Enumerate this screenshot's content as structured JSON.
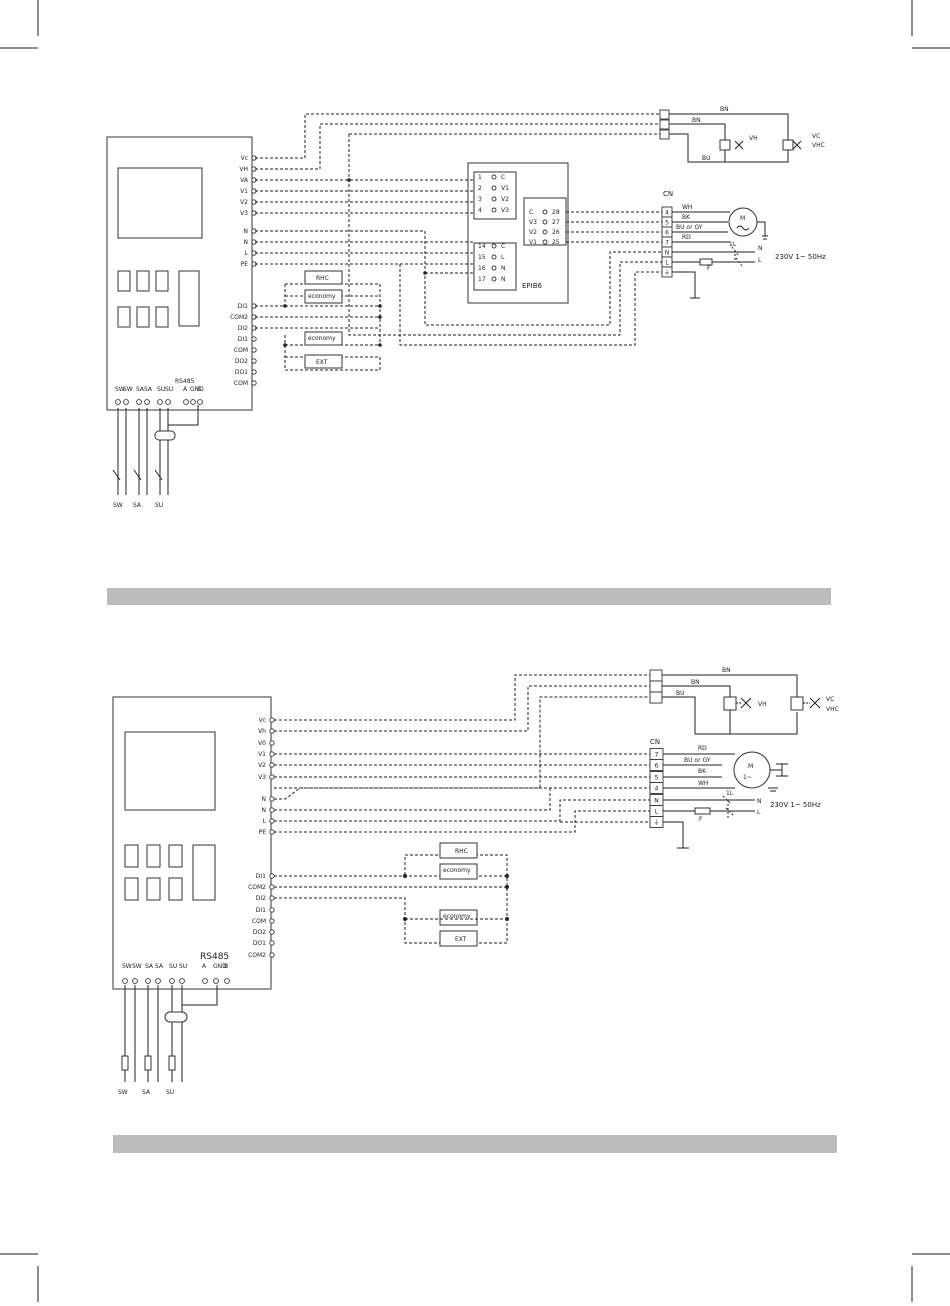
{
  "diagram1": {
    "controller_terminals": [
      "Vc",
      "VH",
      "VA",
      "V1",
      "V2",
      "V3",
      "N",
      "N",
      "L",
      "PE",
      "DI1",
      "COM2",
      "DI2",
      "DI1",
      "COM",
      "DO2",
      "DO1",
      "COM"
    ],
    "epi_left_terminals": [
      "1",
      "C",
      "2",
      "V1",
      "3",
      "V2",
      "4",
      "V3",
      "14",
      "C",
      "15",
      "L",
      "16",
      "N",
      "17",
      "N"
    ],
    "epi_right_terminals": [
      "C",
      "28",
      "V3",
      "27",
      "V2",
      "26",
      "V1",
      "25"
    ],
    "epi_label": "EPIB6",
    "rs485_label": "RS485",
    "bottom_terminals_left": [
      "SW",
      "SW",
      "SA",
      "SA",
      "SU",
      "SU"
    ],
    "bottom_terminals_right": [
      "A",
      "GND",
      "B"
    ],
    "sensor_labels": [
      "SW",
      "SA",
      "SU"
    ],
    "cn_label": "CN",
    "cn_terminals": [
      "4",
      "5",
      "6",
      "7",
      "N",
      "L",
      "⏚"
    ],
    "wire_colors": [
      "WH",
      "BK",
      "BU or GY",
      "RD"
    ],
    "valve_wires": [
      "BN",
      "BN",
      "BU"
    ],
    "valve_labels": [
      "VH",
      "VC",
      "VHC"
    ],
    "motor_label": "M",
    "switch_1l": "1L",
    "fuse_label": "F",
    "mains_n": "N",
    "mains_l": "L",
    "mains_spec": "230V 1~ 50Hz",
    "contacts": [
      "RHC",
      "economy",
      "economy",
      "EXT"
    ]
  },
  "diagram2": {
    "controller_terminals": [
      "Vc",
      "Vh",
      "V0",
      "V1",
      "V2",
      "V3",
      "N",
      "N",
      "L",
      "PE",
      "DI1",
      "COM2",
      "DI2",
      "DI1",
      "COM",
      "DO2",
      "DO1",
      "COM2"
    ],
    "rs485_label": "RS485",
    "bottom_terminals_left": [
      "SW",
      "SW",
      "SA",
      "SA",
      "SU",
      "SU"
    ],
    "bottom_terminals_right": [
      "A",
      "GND",
      "B"
    ],
    "sensor_labels": [
      "SW",
      "SA",
      "SU"
    ],
    "cn_label": "CN",
    "cn_terminals": [
      "7",
      "6",
      "5",
      "4",
      "N",
      "L",
      "⏚"
    ],
    "wire_colors": [
      "RD",
      "BU or GY",
      "BK",
      "WH"
    ],
    "valve_wires": [
      "BN",
      "BN",
      "BU"
    ],
    "valve_labels": [
      "VH",
      "VC",
      "VHC"
    ],
    "motor_label": "M",
    "motor_sub": "1~",
    "switch_1l": "1L",
    "fuse_label": "F",
    "mains_n": "N",
    "mains_l": "L",
    "mains_spec": "230V  1~  50Hz",
    "contacts": [
      "RHC",
      "economy",
      "economy",
      "EXT"
    ]
  },
  "colors": {
    "separator_bar": "#bcbcbc",
    "line": "#222222"
  }
}
